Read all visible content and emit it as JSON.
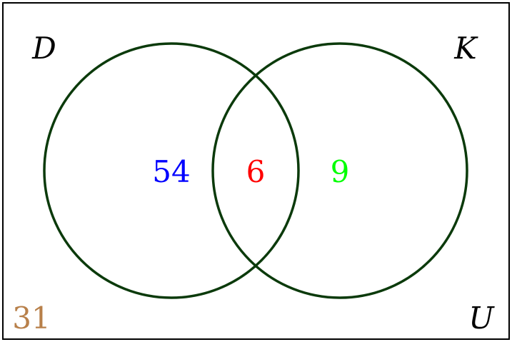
{
  "set_labels": {
    "left": "D",
    "right": "K",
    "universe": "U"
  },
  "region_counts": {
    "left_only": "54",
    "intersection": "6",
    "right_only": "9",
    "outside": "31"
  },
  "colors": {
    "frame": "#000000",
    "circle_stroke": "#0b3a0b",
    "set_label": "#000000",
    "left_only": "#0000ff",
    "intersection": "#ff0000",
    "right_only": "#00ff00",
    "outside": "#b8804a"
  }
}
